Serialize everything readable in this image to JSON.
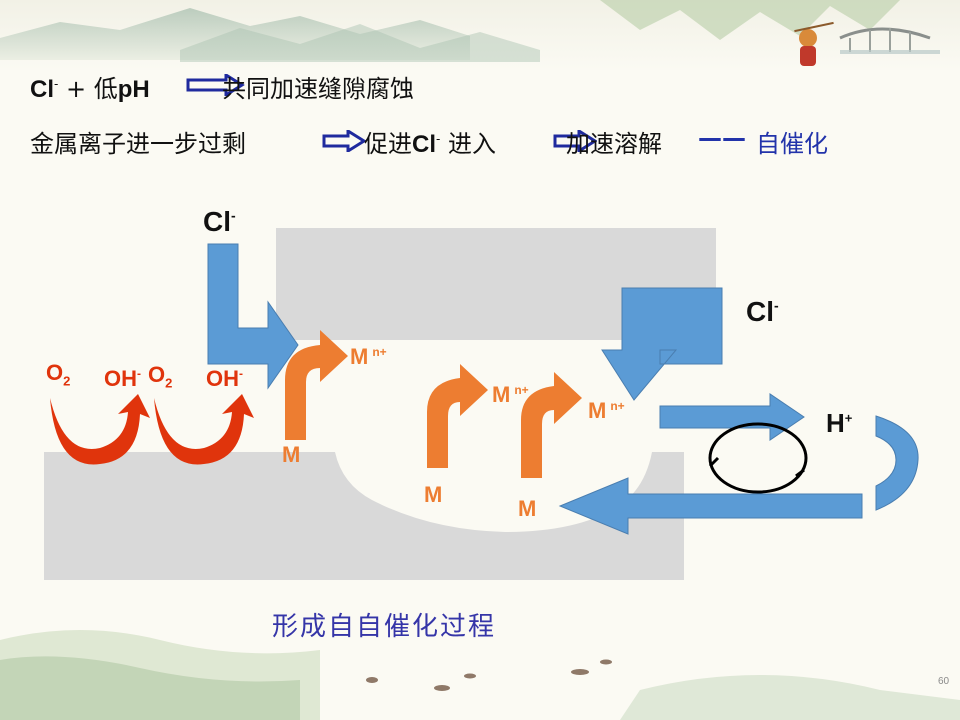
{
  "header": {
    "line1": {
      "part1": "Cl",
      "sup1": "-",
      "part2": " + 低",
      "ph": "pH",
      "part3": "共同加速缝隙腐蚀"
    },
    "line2": {
      "part1": "金属离子进一步过剩",
      "part2": "促进",
      "cl": "Cl",
      "sup": "-",
      "part3": " 进入",
      "part4": "加速溶解",
      "dash": "——",
      "part5": "自催化"
    }
  },
  "diagram": {
    "cl_top": "Cl",
    "cl_top_sup": "-",
    "cl_right": "Cl",
    "cl_right_sup": "-",
    "h_plus": "H",
    "h_plus_sup": "+",
    "o2_1": "O",
    "o2_1_sub": "2",
    "o2_2": "O",
    "o2_2_sub": "2",
    "oh_1": "OH",
    "oh_1_sup": "-",
    "oh_2": "OH",
    "oh_2_sup": "-",
    "m_1": "M",
    "m_2": "M",
    "m_3": "M",
    "mn_1": "M",
    "mn_1_sup": "n+",
    "mn_2": "M",
    "mn_2_sup": "n+",
    "mn_3": "M",
    "mn_3_sup": "n+"
  },
  "caption": "形成自自催化过程",
  "page_number": "60",
  "colors": {
    "blue_arrow": "#5b9bd5",
    "orange_arrow": "#ed7d31",
    "red_arrow": "#e0340c",
    "gray_metal": "#d9d9d9",
    "caption": "#3535a8",
    "dark_blue": "#1f2a9e"
  }
}
